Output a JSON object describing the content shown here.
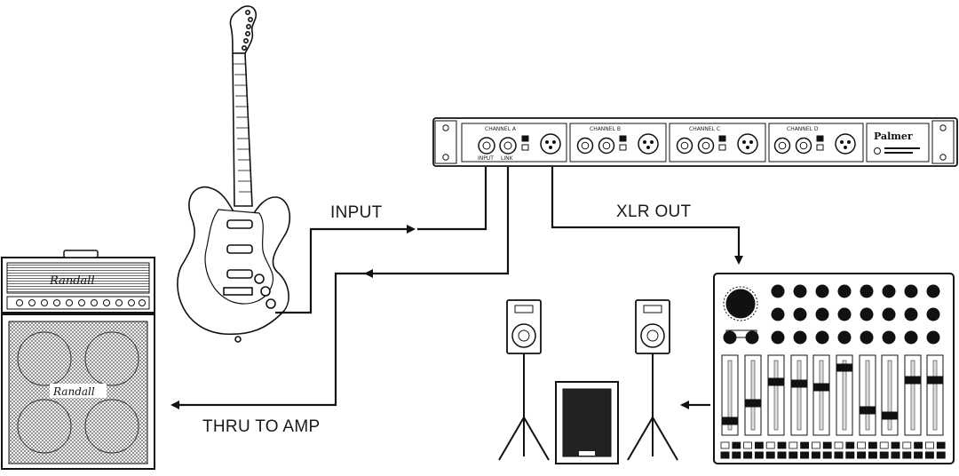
{
  "labels": {
    "input": "INPUT",
    "xlr_out": "XLR OUT",
    "thru_to_amp": "THRU TO AMP"
  },
  "di_box": {
    "channels": [
      "CHANNEL A",
      "CHANNEL B",
      "CHANNEL C",
      "CHANNEL D"
    ],
    "jack_labels": [
      "INPUT",
      "LINK"
    ],
    "brand": "Palmer"
  },
  "amp": {
    "brand": "Randall"
  },
  "colors": {
    "ink": "#1a1a1a",
    "background": "#ffffff"
  }
}
